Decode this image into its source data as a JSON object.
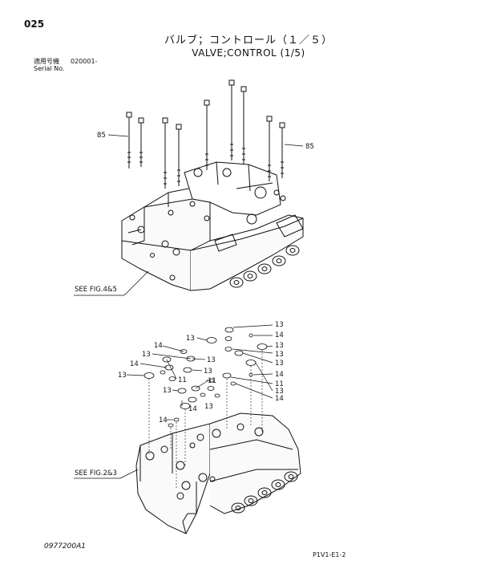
{
  "header": {
    "page_number": "025",
    "title_jp": "バルブ；コントロール（１／５）",
    "title_en": "VALVE;CONTROL (1/5)",
    "serial_label_jp": "適用号機",
    "serial_label_en": "Serial No.",
    "serial_value": "020001-"
  },
  "callouts": {
    "bolt_left": "85",
    "bolt_right": "85",
    "see_fig_top": "SEE FIG.4&5",
    "see_fig_bottom": "SEE FIG.2&3",
    "right_column": [
      "13",
      "14",
      "13",
      "13",
      "13",
      "14",
      "11",
      "13",
      "14"
    ],
    "left_column": [
      "13",
      "14",
      "13",
      "13",
      "14",
      "13",
      "11",
      "13",
      "11",
      "13",
      "14",
      "13",
      "14"
    ]
  },
  "footer": {
    "drawing_code": "0977200A1",
    "page_ref": "P1V1-E1-2"
  }
}
